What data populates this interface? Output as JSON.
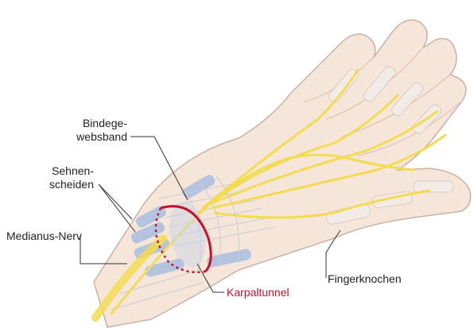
{
  "labels": {
    "bindegewebsband_line1": "Bindege-",
    "bindegewebsband_line2": "websband",
    "sehnenscheiden_line1": "Sehnen-",
    "sehnenscheiden_line2": "scheiden",
    "medianus_nerv": "Medianus-Nerv",
    "karpaltunnel": "Karpaltunnel",
    "fingerknochen": "Fingerknochen"
  },
  "colors": {
    "skin": "#f6e6da",
    "skin_outline": "#c9b2a4",
    "nerve": "#f2dc52",
    "tendon_sheath": "#a9bfe0",
    "bone": "#f3ece6",
    "carpal_tunnel": "#c8102e",
    "leader_line": "#333333"
  }
}
